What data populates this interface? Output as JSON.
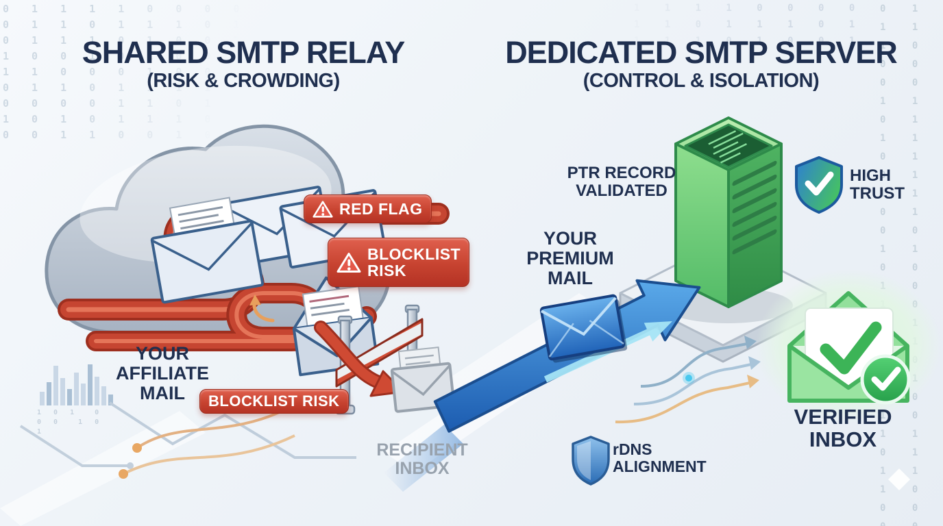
{
  "left": {
    "title": "SHARED SMTP RELAY",
    "subtitle": "(RISK & CROWDING)",
    "badges": {
      "red_flag": "RED FLAG",
      "blocklist_risk_top": "BLOCKLIST\nRISK",
      "blocklist_risk_bottom": "BLOCKLIST RISK"
    },
    "labels": {
      "your_mail": "YOUR\nAFFILIATE\nMAIL",
      "recipient_inbox": "RECIPIENT\nINBOX"
    }
  },
  "right": {
    "title": "DEDICATED SMTP SERVER",
    "subtitle": "(CONTROL & ISOLATION)",
    "labels": {
      "ptr_record": "PTR RECORD\nVALIDATED",
      "high_trust": "HIGH\nTRUST",
      "your_mail": "YOUR\nPREMIUM\nMAIL",
      "rdns": "rDNS\nALIGNMENT",
      "verified_inbox": "VERIFIED\nINBOX"
    }
  },
  "icons": {
    "warning_triangle": "warning-triangle-icon",
    "shield_check": "shield-check-icon",
    "shield_plain": "shield-icon",
    "cloud": "cloud-icon",
    "envelope": "envelope-icon",
    "server_tower": "server-tower-icon",
    "barrier": "roadblock-barrier-icon",
    "check_badge": "check-badge-icon"
  },
  "colors": {
    "title_navy": "#1f2f4f",
    "badge_red": "#c74330",
    "pipe_red": "#c64531",
    "arrow_blue": "#2a76c9",
    "server_green": "#6cc97a",
    "verified_green": "#3cb457",
    "gray_label": "#98a2ad",
    "background": "#eef3f8"
  },
  "decor": {
    "binary_digits": "0 1 1 1 1 0 0 0 0 0 1 1 0 1 1 1 0 1 0 1 1 1 0 1 0 0 1 1 0 0 1 0 1 0 0 1 1 1 0 0 0 1 0 0 1 0 1 1 ",
    "binary_mini": "1 0 1  0 0 0  1 0 1\n0 0 1  0 0 1  1 0 0",
    "bar_heights": [
      20,
      34,
      58,
      40,
      24,
      48,
      32,
      60,
      42,
      28,
      16
    ]
  }
}
